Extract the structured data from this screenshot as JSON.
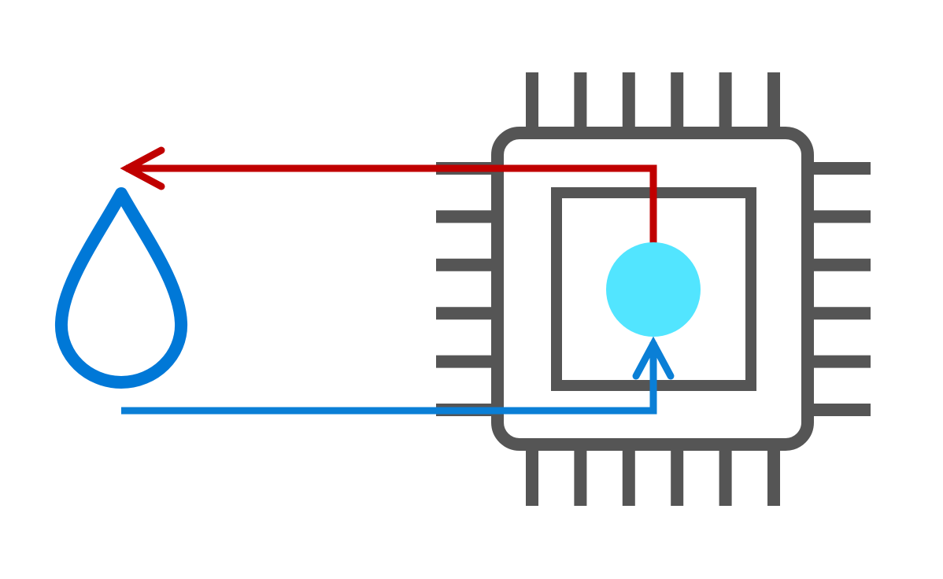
{
  "diagram": {
    "description_visible_text": "",
    "elements": {
      "droplet": {
        "icon": "water-drop-icon"
      },
      "chip": {
        "icon": "cpu-chip-icon",
        "pins_per_side": 6
      },
      "heat_source": {
        "icon": "die-hotspot-circle"
      },
      "cold_flow": {
        "icon": "arrow-up-icon",
        "direction": "droplet-to-chip"
      },
      "hot_flow": {
        "icon": "arrow-left-icon",
        "direction": "chip-to-droplet"
      }
    },
    "colors": {
      "chip": "#555555",
      "droplet": "#0078D7",
      "cold_line": "#0A7FD6",
      "hot_line": "#C00000",
      "hotspot": "#52E5FF",
      "background": "#FFFFFF"
    }
  }
}
